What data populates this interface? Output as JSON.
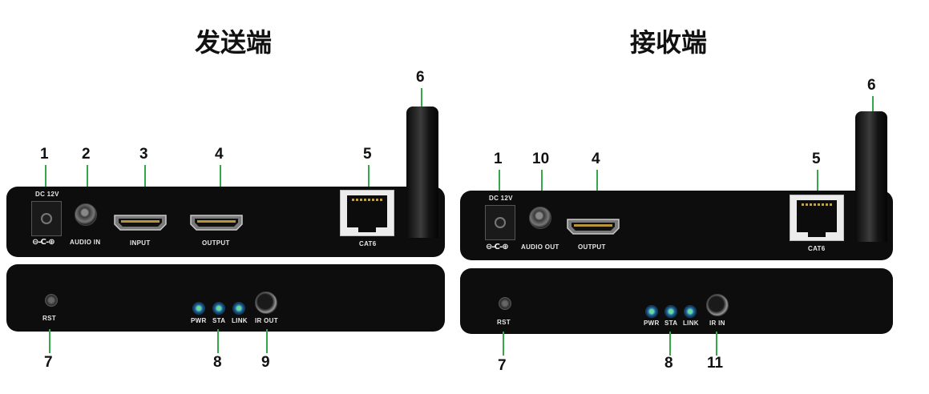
{
  "sender": {
    "title": "发送端",
    "numbers": {
      "dc": "1",
      "audio": "2",
      "input": "3",
      "output": "4",
      "cat6": "5",
      "antenna": "6",
      "rst": "7",
      "leds": "8",
      "ir": "9"
    },
    "ports": {
      "dc_label": "DC 12V",
      "polarity": "⊖-C-⊕",
      "audio_label": "AUDIO IN",
      "input_label": "INPUT",
      "output_label": "OUTPUT",
      "cat6_label": "CAT6"
    },
    "rear": {
      "rst_label": "RST",
      "pwr_label": "PWR",
      "sta_label": "STA",
      "link_label": "LINK",
      "ir_label": "IR OUT"
    }
  },
  "receiver": {
    "title": "接收端",
    "numbers": {
      "dc": "1",
      "audio": "10",
      "output": "4",
      "cat6": "5",
      "antenna": "6",
      "rst": "7",
      "leds": "8",
      "ir": "11"
    },
    "ports": {
      "dc_label": "DC 12V",
      "polarity": "⊖-C-⊕",
      "audio_label": "AUDIO OUT",
      "output_label": "OUTPUT",
      "cat6_label": "CAT6"
    },
    "rear": {
      "rst_label": "RST",
      "pwr_label": "PWR",
      "sta_label": "STA",
      "link_label": "LINK",
      "ir_label": "IR IN"
    }
  },
  "colors": {
    "leader": "#34a84a",
    "panel": "#0d0d0d",
    "led": "#1f6fa8"
  }
}
